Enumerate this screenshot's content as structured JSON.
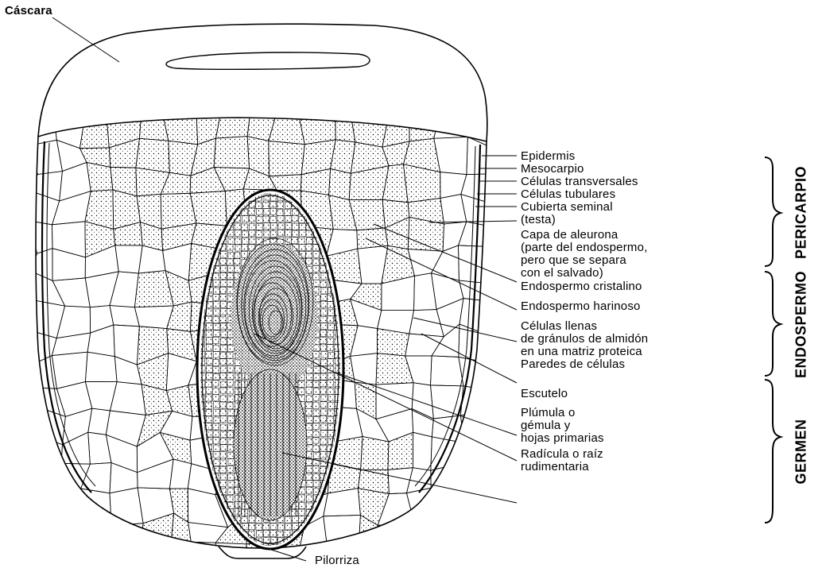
{
  "diagram": {
    "labels": {
      "cascara": "Cáscara",
      "pilorriza": "Pilorriza",
      "epidermis": "Epidermis",
      "mesocarpio": "Mesocarpio",
      "celulas_transversales": "Células transversales",
      "celulas_tubulares": "Células tubulares",
      "cubierta_seminal_1": "Cubierta seminal",
      "cubierta_seminal_2": "(testa)",
      "aleurona_1": "Capa de aleurona",
      "aleurona_2": "(parte del endospermo,",
      "aleurona_3": "pero que se separa",
      "aleurona_4": "con el salvado)",
      "endospermo_cristalino": "Endospermo cristalino",
      "endospermo_harinoso": "Endospermo harinoso",
      "celulas_llenas_1": "Células llenas",
      "celulas_llenas_2": "de gránulos de almidón",
      "celulas_llenas_3": "en una matriz proteica",
      "paredes": "Paredes de células",
      "escutelo": "Escutelo",
      "plumula_1": "Plúmula o",
      "plumula_2": "gémula y",
      "plumula_3": "hojas primarias",
      "radicula_1": "Radícula o raíz",
      "radicula_2": "rudimentaria"
    },
    "groups": {
      "pericarpio": "PERICARPIO",
      "endospermo": "ENDOSPERMO",
      "germen": "GERMEN"
    }
  }
}
